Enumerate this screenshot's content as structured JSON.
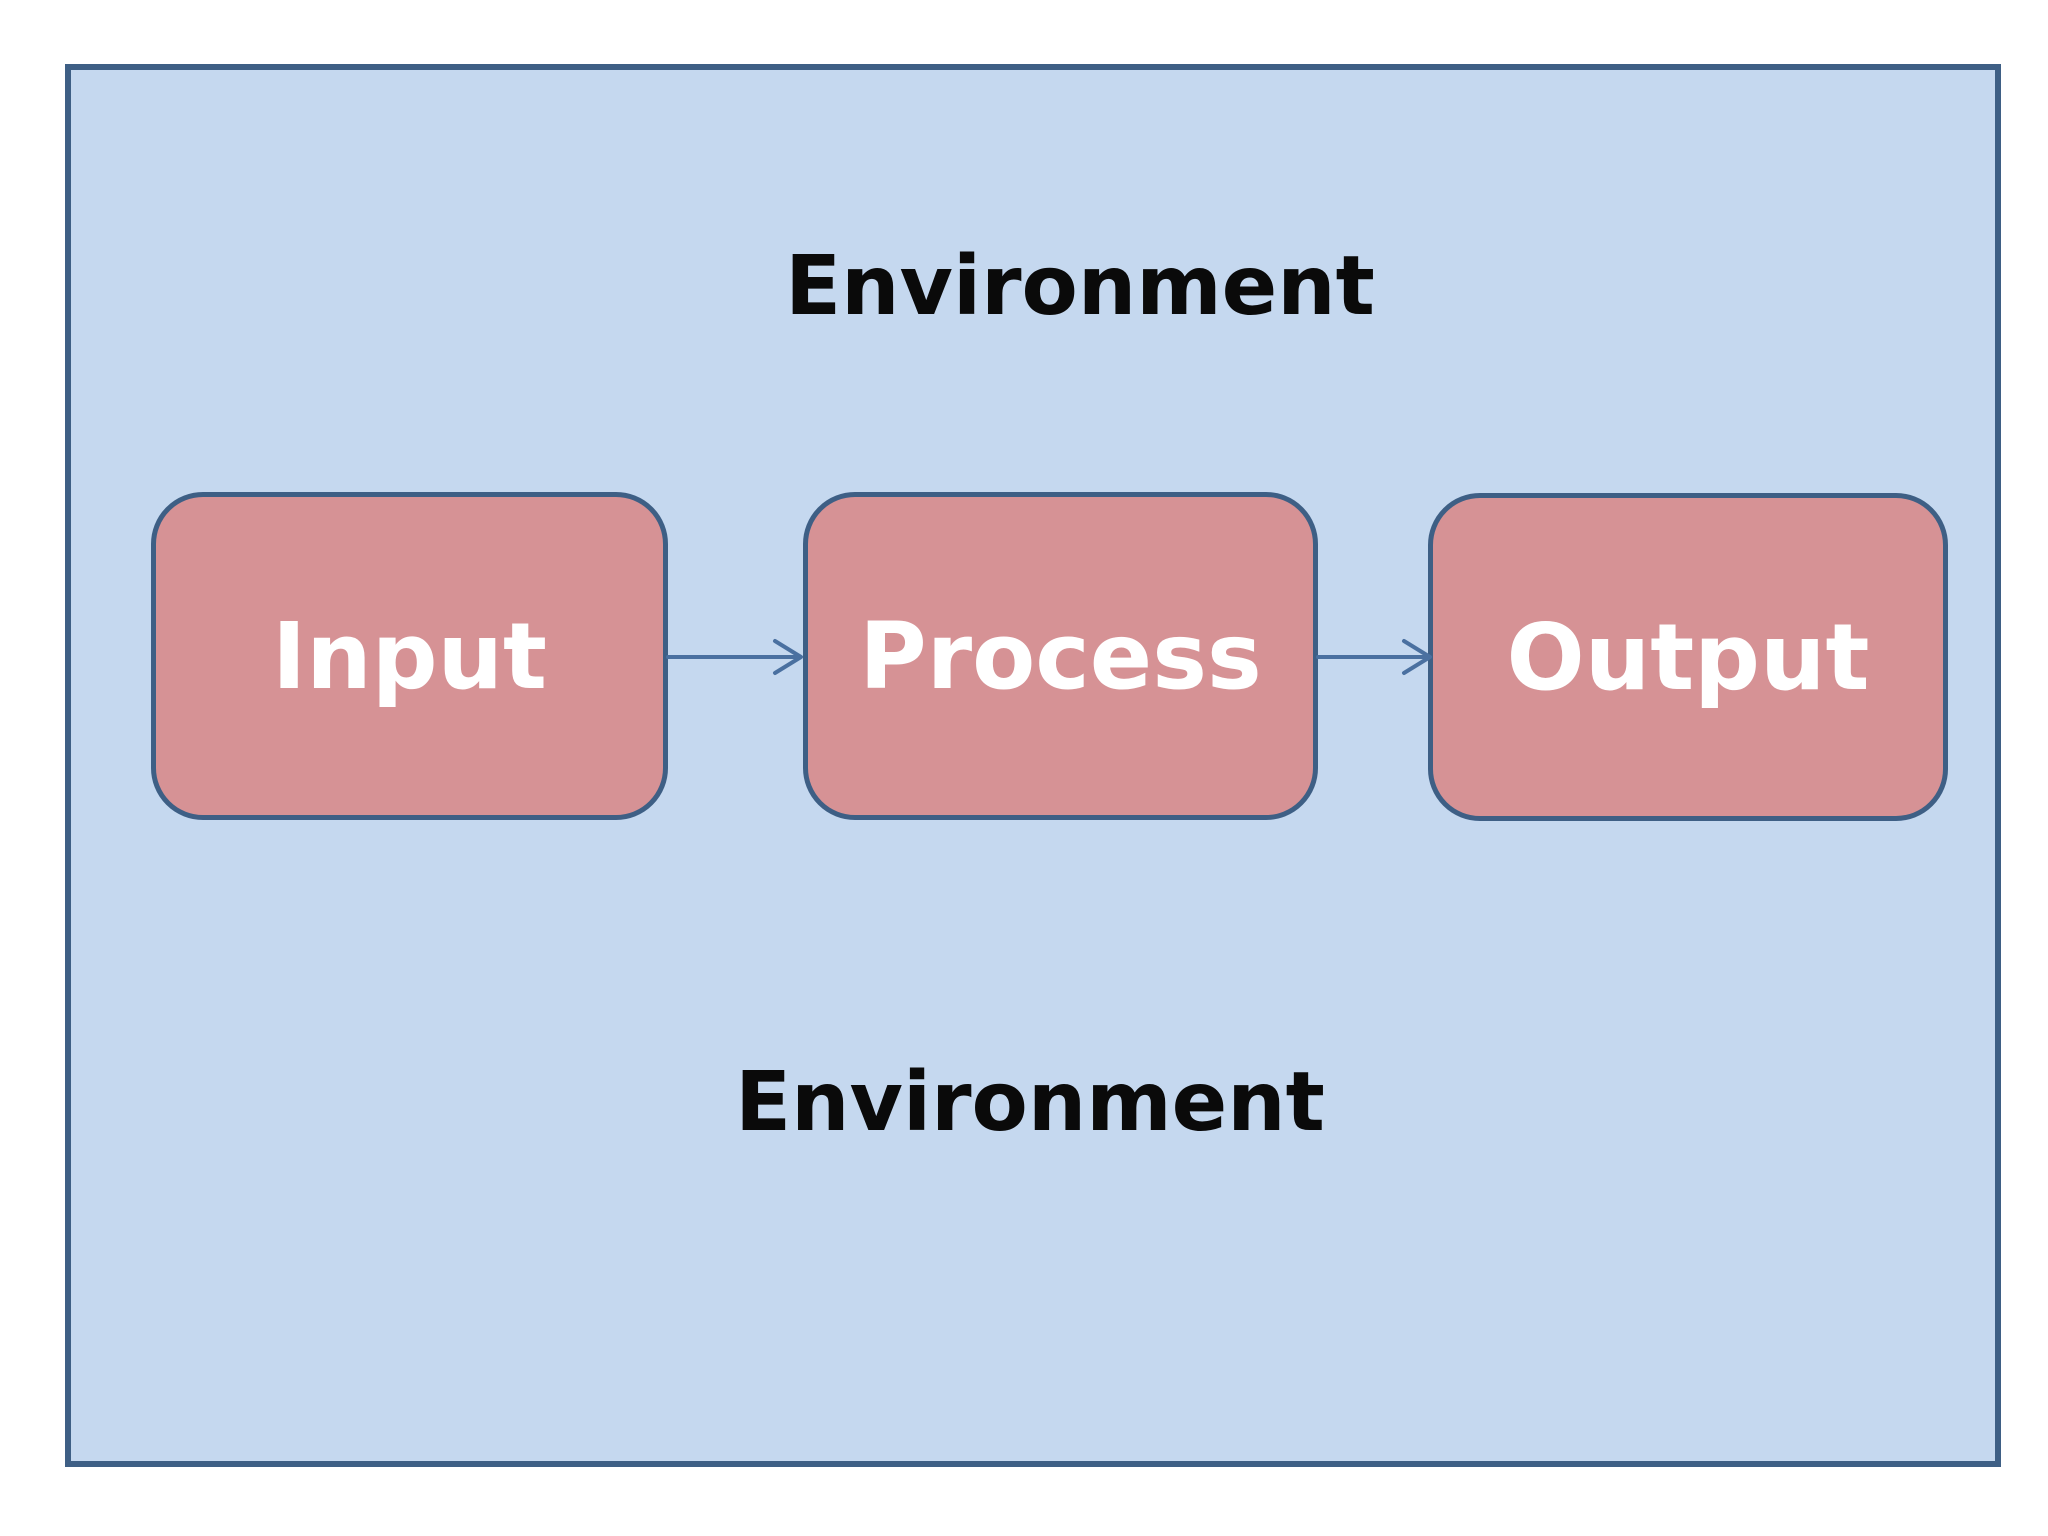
{
  "diagram": {
    "environment_label_top": "Environment",
    "environment_label_bottom": "Environment",
    "nodes": [
      {
        "id": "input",
        "label": "Input"
      },
      {
        "id": "process",
        "label": "Process"
      },
      {
        "id": "output",
        "label": "Output"
      }
    ],
    "arrows": [
      {
        "from": "input",
        "to": "process"
      },
      {
        "from": "process",
        "to": "output"
      }
    ],
    "colors": {
      "canvas_background": "#ffffff",
      "environment_fill": "#c5d8ef",
      "environment_border": "#3e5f85",
      "node_fill": "#d69295",
      "node_border": "#3e5f85",
      "node_text": "#ffffff",
      "environment_text": "#0a0a0a",
      "arrow": "#4a70a0"
    }
  }
}
